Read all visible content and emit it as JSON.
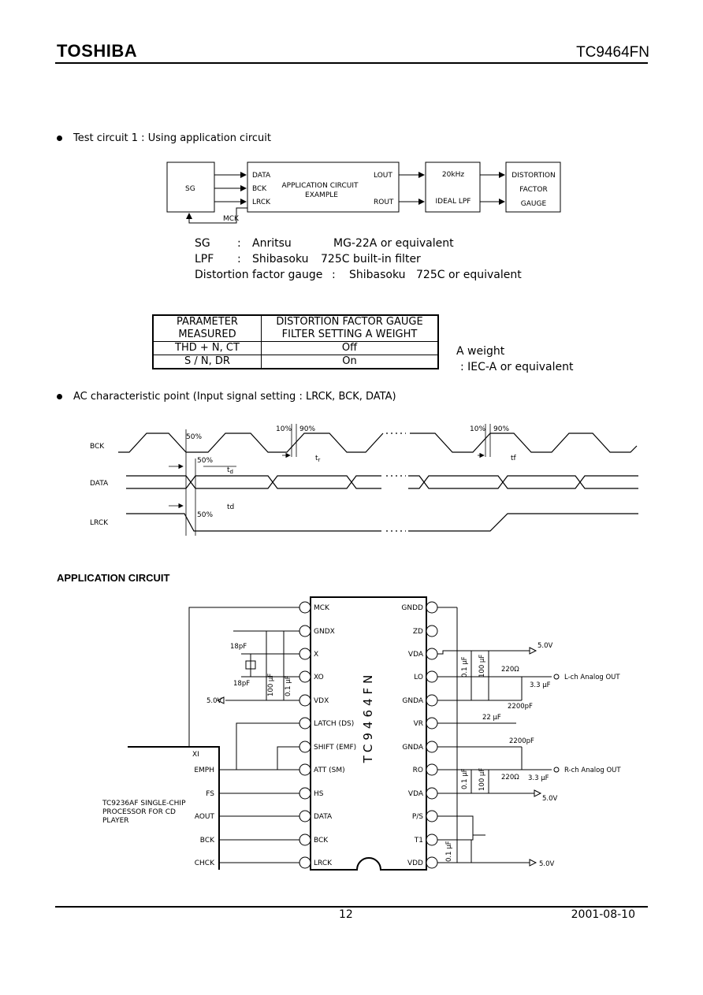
{
  "header": {
    "brand": "TOSHIBA",
    "part_number": "TC9464FN"
  },
  "test_circuit": {
    "bullet": "Test circuit 1 : Using application circuit",
    "sg_label": "SG",
    "mck_label": "MCK",
    "app_inputs": [
      "DATA",
      "BCK",
      "LRCK"
    ],
    "app_outputs": [
      "LOUT",
      "ROUT"
    ],
    "app_title": [
      "APPLICATION CIRCUIT",
      "EXAMPLE"
    ],
    "lpf_lines": [
      "20kHz",
      "IDEAL LPF"
    ],
    "gauge_lines": [
      "DISTORTION",
      "FACTOR",
      "GAUGE"
    ],
    "specs": [
      {
        "label": "SG",
        "colon": ":",
        "maker": "Anritsu",
        "model": "MG-22A or equivalent"
      },
      {
        "label": "LPF",
        "colon": ":",
        "maker": "Shibasoku",
        "model": "725C built-in filter"
      },
      {
        "label": "Distortion factor gauge",
        "colon": ":",
        "maker": "Shibasoku",
        "model": "725C or equivalent"
      }
    ]
  },
  "param_table": {
    "headers": [
      [
        "PARAMETER",
        "MEASURED"
      ],
      [
        "DISTORTION FACTOR GAUGE",
        "FILTER SETTING A WEIGHT"
      ]
    ],
    "rows": [
      [
        "THD + N, CT",
        "Off"
      ],
      [
        "S / N, DR",
        "On"
      ]
    ],
    "note_title": "A weight",
    "note_value": ": IEC-A or equivalent"
  },
  "ac_point": {
    "bullet": "AC characteristic point (Input signal setting : LRCK, BCK, DATA)",
    "signals": [
      "BCK",
      "DATA",
      "LRCK"
    ],
    "labels": {
      "p50": "50%",
      "p10": "10%",
      "p90": "90%",
      "tr": "t",
      "tr_sub": "r",
      "tf": "tf",
      "td": "t",
      "td_sub": "d",
      "td2": "td"
    }
  },
  "application_circuit": {
    "title": "APPLICATION CIRCUIT",
    "chip_name": "TC9464FN",
    "left_pins": [
      "MCK",
      "GNDX",
      "X",
      "XO",
      "VDX",
      "LATCH (DS)",
      "SHIFT (EMF)",
      "ATT (SM)",
      "HS",
      "DATA",
      "BCK",
      "LRCK"
    ],
    "right_pins": [
      "GNDD",
      "ZD",
      "VDA",
      "LO",
      "GNDA",
      "VR",
      "GNDA",
      "RO",
      "VDA",
      "P/S",
      "T1",
      "VDD"
    ],
    "processor_label": [
      "TC9236AF SINGLE-CHIP",
      "PROCESSOR FOR CD",
      "PLAYER"
    ],
    "processor_pins": [
      "XI",
      "EMPH",
      "FS",
      "AOUT",
      "BCK",
      "CHCK"
    ],
    "voltage": "5.0V",
    "xtal_caps": [
      "18pF",
      "18pF"
    ],
    "cap_labels": {
      "c01": "0.1 μF",
      "c100": "100 μF",
      "c22": "22 μF",
      "c2200": "2200pF",
      "r220": "220Ω",
      "c33": "3.3 μF"
    },
    "outputs": [
      "L-ch Analog OUT",
      "R-ch Analog OUT"
    ]
  },
  "footer": {
    "page": "12",
    "date": "2001-08-10"
  }
}
